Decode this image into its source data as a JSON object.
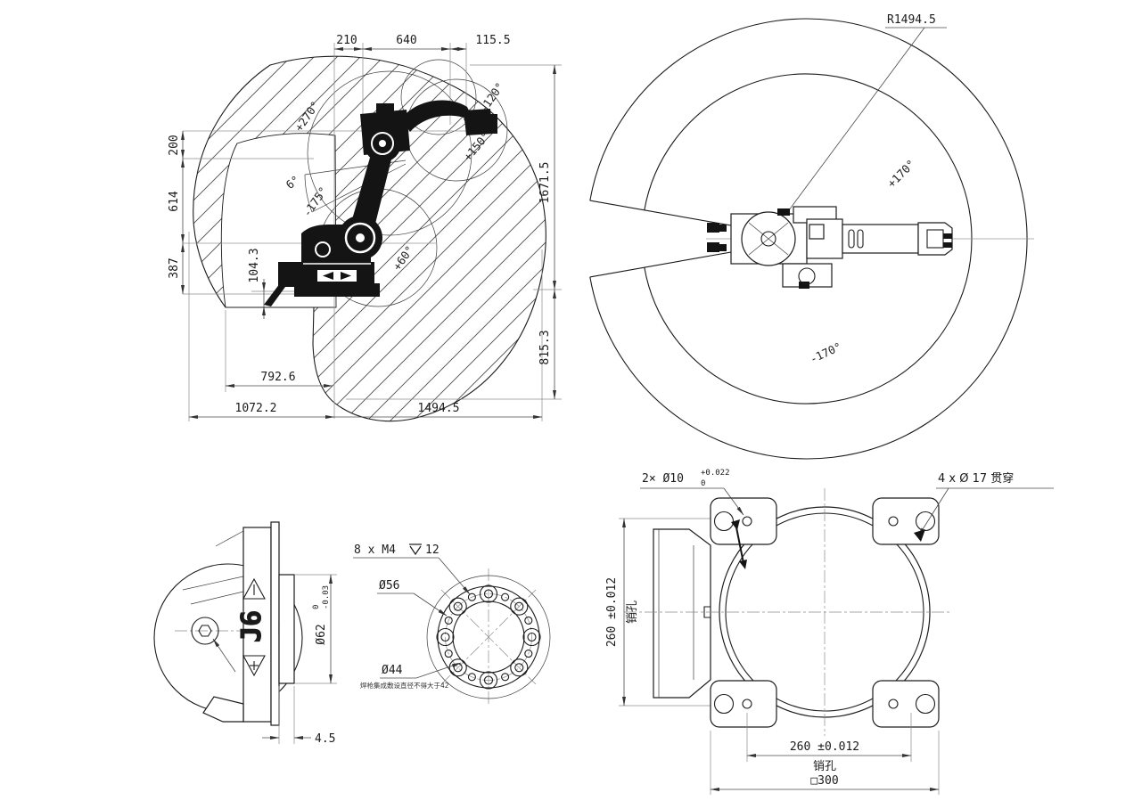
{
  "side_view": {
    "top_dims": {
      "d1": "210",
      "d2": "640",
      "d3": "115.5"
    },
    "left_dims": {
      "d1": "200",
      "d2": "614",
      "d3": "387",
      "d4": "104.3"
    },
    "right_dims": {
      "d1": "1671.5",
      "d2": "815.3"
    },
    "bottom_dims": {
      "d1": "792.6",
      "d2": "1072.2",
      "d3": "1494.5"
    },
    "angles": {
      "a270": "+270°",
      "a120": "-120°",
      "a150": "+150°",
      "a6": "6°",
      "a175": "-175°",
      "a60": "+60°"
    }
  },
  "top_view": {
    "radius": "R1494.5",
    "angle_plus": "+170°",
    "angle_minus": "-170°"
  },
  "wrist_view": {
    "axis": "J6",
    "flange_dia": "Ø62",
    "tol_up": "0",
    "tol_dn": "-0.03",
    "stub": "4.5",
    "bolts": "8 x M4",
    "depth_val": "12",
    "dia56": "Ø56",
    "dia44": "Ø44",
    "note": "焊枪集成敷设直径不得大于42"
  },
  "base_view": {
    "pins": "2× Ø10",
    "pins_tol_up": "+0.022",
    "pins_tol_dn": "0",
    "thru": "4 x Ø 17 贯穿",
    "v_dim": "260 ±0.012",
    "v_sub": "销孔",
    "b_dim": "260 ±0.012",
    "b_sub": "销孔",
    "sq": "□300"
  }
}
